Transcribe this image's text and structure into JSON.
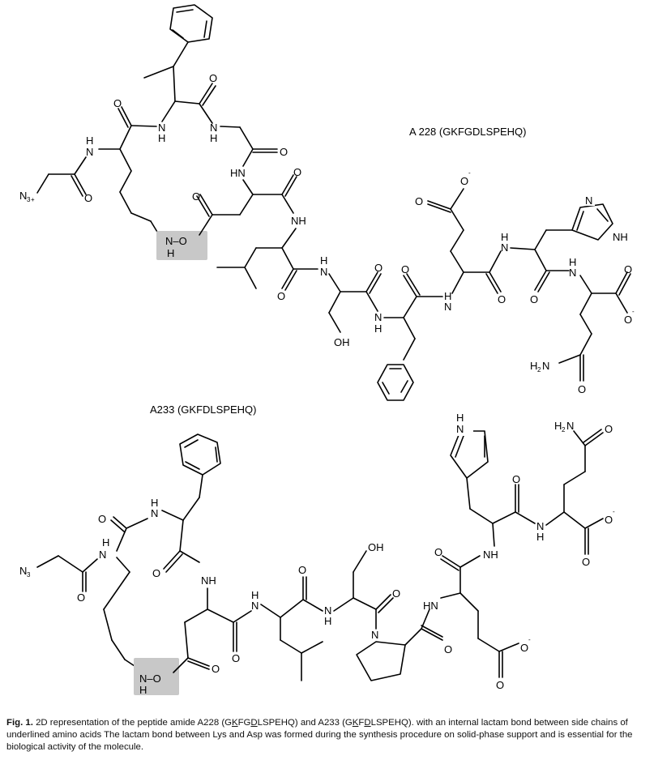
{
  "molecule_1": {
    "label": "A 228 (GKFGDLSPEHQ)"
  },
  "molecule_2": {
    "label": "A233 (GKFDLSPEHQ)"
  },
  "atoms": {
    "N": "N",
    "NH": "NH",
    "HN": "HN",
    "H": "H",
    "O": "O",
    "OH": "OH",
    "N3": "N",
    "sub3": "3",
    "subplus": "+",
    "H2N": "H",
    "sub2": "2",
    "N_of_H2N": "N",
    "minus": "-",
    "N_O": "N–O"
  },
  "caption": {
    "fig_label": "Fig. 1.",
    "text_1": "  2D representation of the peptide amide A228 (G",
    "u1": "K",
    "text_2": "FG",
    "u2": "D",
    "text_3": "LSPEHQ) and A233 (G",
    "u3": "K",
    "text_4": "F",
    "u4": "D",
    "text_5": "LSPEHQ). with an internal  lactam bond between side chains of underlined amino acids The lactam bond between Lys and Asp was formed during the synthesis procedure on solid-phase support and is essential for the biological activity of the molecule."
  }
}
